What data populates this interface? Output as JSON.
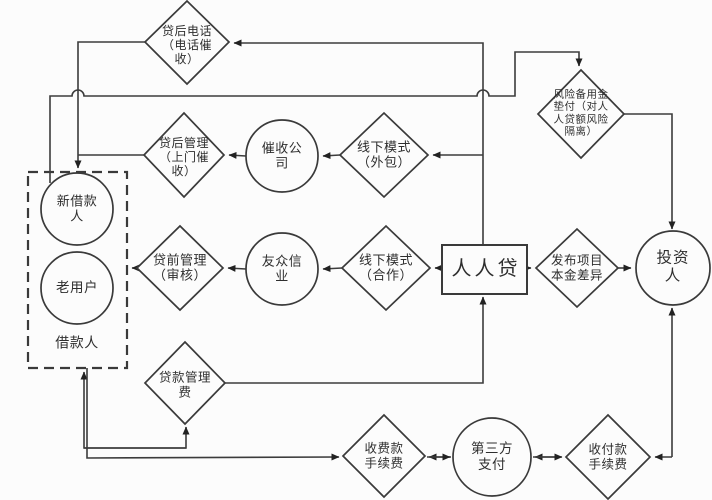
{
  "diagram": {
    "type": "flowchart",
    "language": "zh-CN",
    "background": "#fcfcfc",
    "line_color": "#3c3c3c",
    "nodes": {
      "post_loan_phone": {
        "shape": "diamond",
        "label": "贷后电话\n（电话催\n收）"
      },
      "risk_reserve": {
        "shape": "diamond",
        "label": "风险备用金\n垫付（对人\n人贷额风险\n隔离）"
      },
      "post_loan_mgmt": {
        "shape": "diamond",
        "label": "贷后管理\n（上门催\n收）"
      },
      "collection_company": {
        "shape": "circle",
        "label": "催收公\n司"
      },
      "offline_outsource": {
        "shape": "diamond",
        "label": "线下模式\n（外包）"
      },
      "pre_loan_mgmt": {
        "shape": "diamond",
        "label": "贷前管理\n（审核）"
      },
      "youzhong_xinye": {
        "shape": "circle",
        "label": "友众信\n业"
      },
      "offline_coop": {
        "shape": "diamond",
        "label": "线下模式\n（合作）"
      },
      "renrendai": {
        "shape": "rect",
        "label": "人人贷"
      },
      "publish_project": {
        "shape": "diamond",
        "label": "发布项目\n本金差异"
      },
      "investor": {
        "shape": "circle",
        "label": "投资人"
      },
      "new_borrower": {
        "shape": "circle",
        "label": "新借款\n人"
      },
      "old_user": {
        "shape": "circle",
        "label": "老用户"
      },
      "borrower_group": {
        "shape": "dashed-box",
        "label": "借款人"
      },
      "loan_mgmt_fee": {
        "shape": "diamond",
        "label": "贷款管理\n费"
      },
      "collect_fee": {
        "shape": "diamond",
        "label": "收费款\n手续费"
      },
      "third_party_payment": {
        "shape": "circle",
        "label": "第三方\n支付"
      },
      "pay_fee": {
        "shape": "diamond",
        "label": "收付款\n手续费"
      }
    },
    "edges": [
      {
        "from": "renrendai",
        "to": "post_loan_phone"
      },
      {
        "from": "renrendai",
        "to": "offline_outsource"
      },
      {
        "from": "offline_outsource",
        "to": "collection_company"
      },
      {
        "from": "collection_company",
        "to": "post_loan_mgmt"
      },
      {
        "from": "post_loan_phone",
        "to": "borrower_group"
      },
      {
        "from": "post_loan_mgmt",
        "to": "borrower_group"
      },
      {
        "from": "borrower_group",
        "to": "risk_reserve"
      },
      {
        "from": "risk_reserve",
        "to": "investor"
      },
      {
        "from": "renrendai",
        "to": "offline_coop"
      },
      {
        "from": "offline_coop",
        "to": "youzhong_xinye"
      },
      {
        "from": "youzhong_xinye",
        "to": "pre_loan_mgmt"
      },
      {
        "from": "pre_loan_mgmt",
        "to": "borrower_group"
      },
      {
        "from": "renrendai",
        "to": "publish_project"
      },
      {
        "from": "publish_project",
        "to": "investor"
      },
      {
        "from": "loan_mgmt_fee",
        "to": "renrendai"
      },
      {
        "from": "borrower_group",
        "to": "loan_mgmt_fee",
        "bidirectional": true
      },
      {
        "from": "borrower_group",
        "to": "collect_fee"
      },
      {
        "from": "collect_fee",
        "to": "third_party_payment",
        "bidirectional": true
      },
      {
        "from": "third_party_payment",
        "to": "pay_fee",
        "bidirectional": true
      },
      {
        "from": "pay_fee",
        "to": "investor",
        "bidirectional": true
      }
    ]
  }
}
